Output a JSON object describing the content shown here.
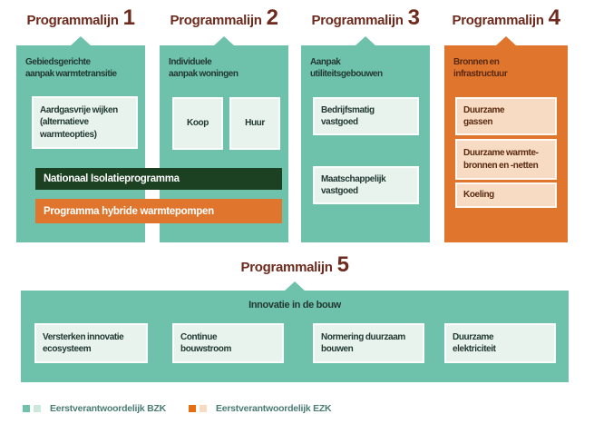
{
  "colors": {
    "teal": "#6ec2ac",
    "light_mint_box": "#e9f3ee",
    "light_mint_legend": "#cfe8de",
    "dark_green_bar": "#1c4022",
    "orange": "#e0762e",
    "orange_legend": "#e66f12",
    "light_peach_box": "#f7dcc3",
    "header_maroon": "#6e2a1c",
    "dark_text": "#223832",
    "brown_text": "#5a2910",
    "legend_text": "#4a7c74"
  },
  "programs": [
    {
      "label": "Programmalijn",
      "number": "1",
      "title": "Gebiedsgerichte\naanpak warmtetransitie",
      "boxes": [
        {
          "label": "Aardgasvrije wijken\n(alternatieve\nwarmteopties)"
        }
      ]
    },
    {
      "label": "Programmalijn",
      "number": "2",
      "title": "Individuele\naanpak woningen",
      "boxes": [
        {
          "label": "Koop"
        },
        {
          "label": "Huur"
        }
      ]
    },
    {
      "label": "Programmalijn",
      "number": "3",
      "title": "Aanpak\nutiliteitsgebouwen",
      "boxes": [
        {
          "label": "Bedrijfsmatig\nvastgoed"
        },
        {
          "label": "Maatschappelijk\nvastgoed"
        }
      ]
    },
    {
      "label": "Programmalijn",
      "number": "4",
      "title": "Bronnen en\ninfrastructuur",
      "boxes": [
        {
          "label": "Duurzame\ngassen"
        },
        {
          "label": "Duurzame warmte-\nbronnen en -netten"
        },
        {
          "label": "Koeling"
        }
      ]
    },
    {
      "label": "Programmalijn",
      "number": "5",
      "title": "Innovatie in de bouw",
      "boxes": [
        {
          "label": "Versterken innovatie\necosysteem"
        },
        {
          "label": "Continue\nbouwstroom"
        },
        {
          "label": "Normering duurzaam\nbouwen"
        },
        {
          "label": "Duurzame\nelektriciteit"
        }
      ]
    }
  ],
  "cross_program_bars": [
    {
      "label": "Nationaal Isolatieprogramma"
    },
    {
      "label": "Programma hybride warmtepompen"
    }
  ],
  "legend": [
    {
      "label": "Eerstverantwoordelijk BZK"
    },
    {
      "label": "Eerstverantwoordelijk EZK"
    }
  ]
}
